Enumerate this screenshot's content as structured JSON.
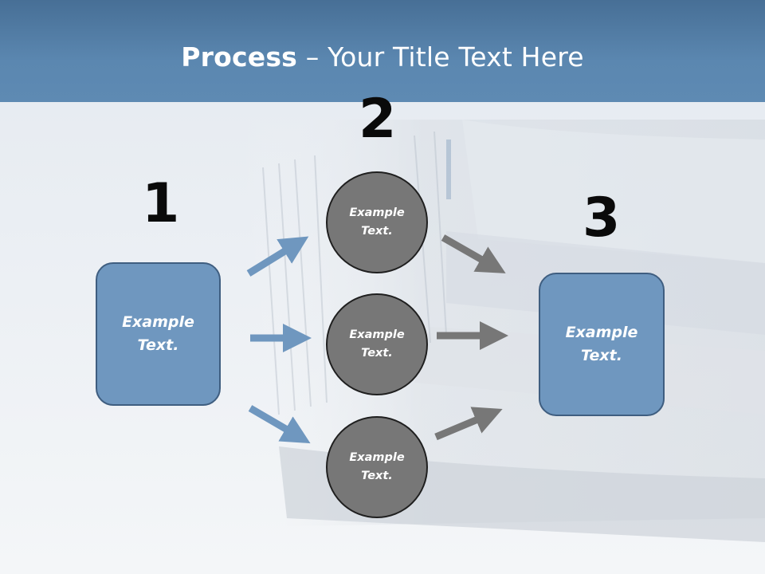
{
  "slide": {
    "title_bold": "Process",
    "title_rest": " – Your Title Text Here"
  },
  "steps": {
    "step1_number": "1",
    "step2_number": "2",
    "step3_number": "3"
  },
  "nodes": {
    "box1": {
      "line1": "Example",
      "line2": "Text."
    },
    "circle_top": {
      "line1": "Example",
      "line2": "Text."
    },
    "circle_middle": {
      "line1": "Example",
      "line2": "Text."
    },
    "circle_bottom": {
      "line1": "Example",
      "line2": "Text."
    },
    "box3": {
      "line1": "Example",
      "line2": "Text."
    }
  },
  "colors": {
    "header_band": "#4f7ba5",
    "box_fill": "#6f97bf",
    "circle_fill": "#777777",
    "blue_arrow": "#6f97bf",
    "gray_arrow": "#777777"
  }
}
